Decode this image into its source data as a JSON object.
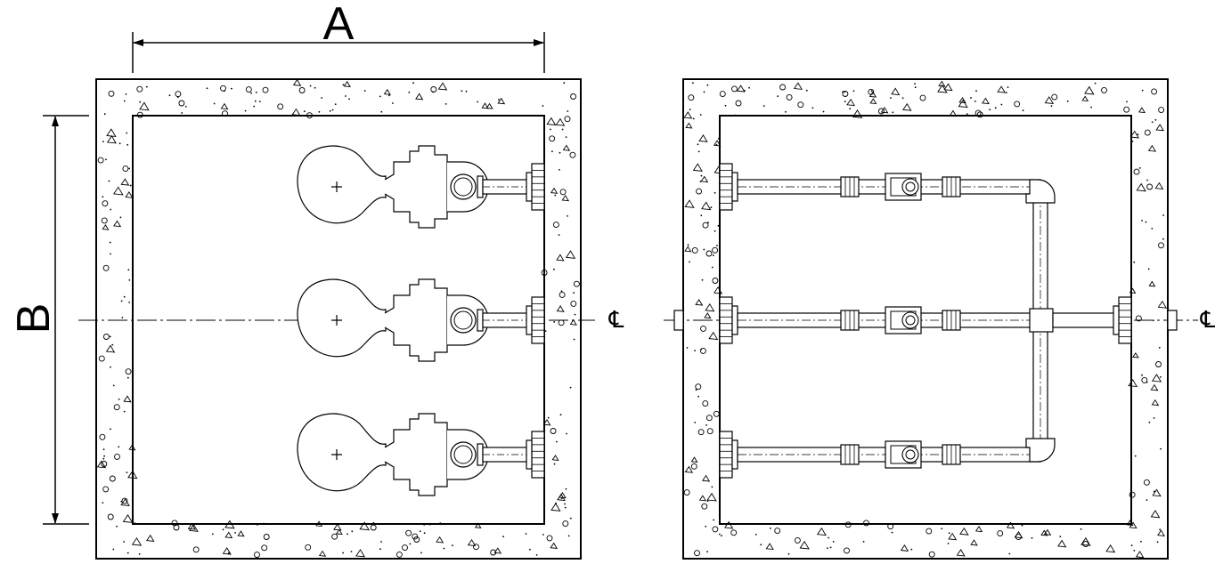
{
  "dimensions": {
    "width_label": "A",
    "height_label": "B"
  },
  "centerline_symbol": "℄",
  "views": [
    {
      "id": "left-plan",
      "pump_count": 3
    },
    {
      "id": "right-plan",
      "manifold_branches": 3
    }
  ],
  "colors": {
    "line": "#000000",
    "background": "#ffffff"
  }
}
